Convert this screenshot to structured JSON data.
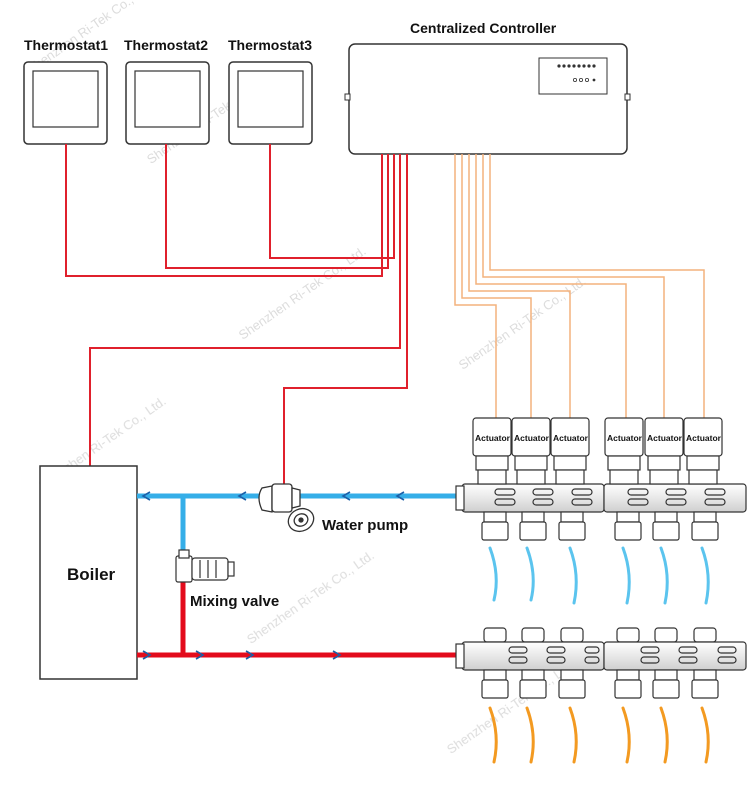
{
  "thermostats": [
    {
      "label": "Thermostat1"
    },
    {
      "label": "Thermostat2"
    },
    {
      "label": "Thermostat3"
    }
  ],
  "controller": {
    "title": "Centralized Controller",
    "panel_text": "·  ·  ·"
  },
  "boiler": {
    "label": "Boiler"
  },
  "water_pump": {
    "label": "Water pump"
  },
  "mixing_valve": {
    "label": "Mixing valve"
  },
  "actuators": [
    {
      "label": "Actuator"
    },
    {
      "label": "Actuator"
    },
    {
      "label": "Actuator"
    },
    {
      "label": "Actuator"
    },
    {
      "label": "Actuator"
    },
    {
      "label": "Actuator"
    }
  ],
  "watermark": "Shenzhen Ri-Tek Co., Ltd.",
  "colors": {
    "thermostat_wire": "#e0202c",
    "actuator_wire": "#f4b27d",
    "supply_pipe": "#e30b1c",
    "return_pipe": "#35aee8",
    "return_loop": "#5bc4ee",
    "supply_loop": "#f39a21",
    "outline": "#333333"
  }
}
